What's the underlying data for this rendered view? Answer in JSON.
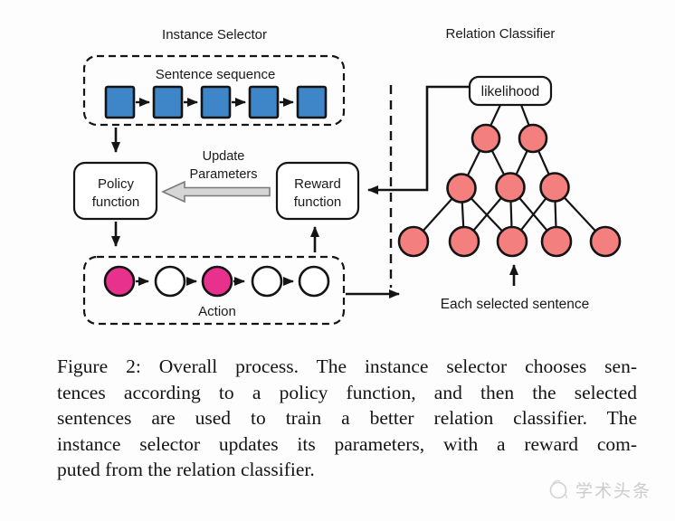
{
  "figure": {
    "instance_selector_title": "Instance Selector",
    "relation_classifier_title": "Relation Classifier",
    "sentence_sequence_label": "Sentence sequence",
    "policy_box": [
      "Policy",
      "function"
    ],
    "update_arrow_label": [
      "Update",
      "Parameters"
    ],
    "reward_box": [
      "Reward",
      "function"
    ],
    "likelihood_label": "likelihood",
    "action_label": "Action",
    "selected_sentence_label": "Each selected sentence",
    "action_states": [
      "selected",
      "unselected",
      "selected",
      "unselected",
      "unselected"
    ],
    "action_state_colors": [
      "#e8308d",
      "#ffffff",
      "#e8308d",
      "#ffffff",
      "#ffffff"
    ]
  },
  "colors": {
    "sentence_square_blue": "#3e86c8",
    "classifier_node_pink": "#f47f7f",
    "action_selected_magenta": "#e8308d",
    "update_arrow_gray": "#d6d6d6",
    "line_black": "#141414"
  },
  "caption": {
    "label": "Figure 2:",
    "lines": [
      "Figure 2: Overall process. The instance selector chooses sen-",
      "tences according to a policy function, and then the selected",
      "sentences are used to train a better relation classifier. The",
      "instance selector updates its parameters, with a reward com-",
      "puted from the relation classifier."
    ]
  },
  "watermark": {
    "text": "学术头条"
  }
}
